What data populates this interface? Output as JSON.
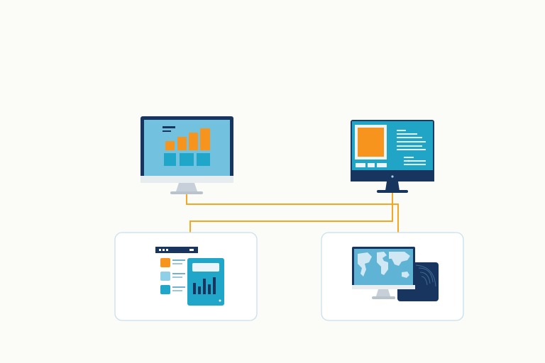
{
  "colors": {
    "background": "#fbfcf7",
    "navy": "#17355f",
    "sky": "#6fc3e0",
    "teal": "#21a5c7",
    "cyan": "#1fa6c8",
    "orange": "#f7941d",
    "connector": "#f5a623",
    "panel_border": "#c8dff0",
    "stand": "#c7d0d8",
    "ocean": "#5fb3d4",
    "land": "#cfe8f3"
  },
  "nodes": [
    {
      "id": "analytics-monitor",
      "icon": "bar-chart-dashboard-icon"
    },
    {
      "id": "content-monitor",
      "icon": "document-layout-icon"
    },
    {
      "id": "reports-tablet",
      "icon": "report-tablet-icon"
    },
    {
      "id": "global-map-monitor",
      "icon": "world-map-icon"
    }
  ],
  "connectors": [
    {
      "from": "analytics-monitor",
      "to": "global-map-monitor"
    },
    {
      "from": "content-monitor",
      "to": "reports-tablet"
    }
  ]
}
